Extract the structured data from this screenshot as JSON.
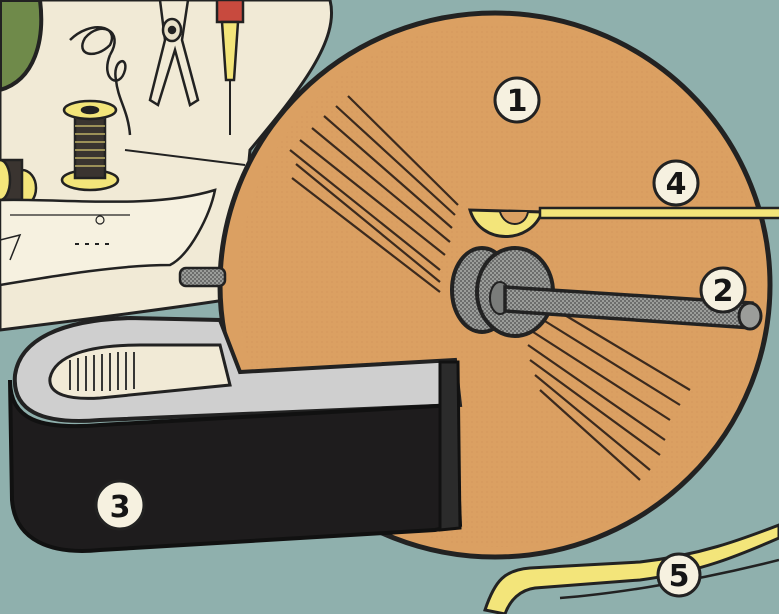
{
  "illustration": {
    "callouts": [
      {
        "id": "disk",
        "label": "1"
      },
      {
        "id": "axle",
        "label": "2"
      },
      {
        "id": "magnet",
        "label": "3"
      },
      {
        "id": "contact-brush",
        "label": "4"
      },
      {
        "id": "wire-lead",
        "label": "5"
      }
    ],
    "colors": {
      "background": "#8fb0ad",
      "paper": "#f1ead6",
      "disk": "#dba062",
      "magnet": "#1e1c1d",
      "brass": "#f3e57a",
      "axle": "#8a8c8a"
    }
  }
}
